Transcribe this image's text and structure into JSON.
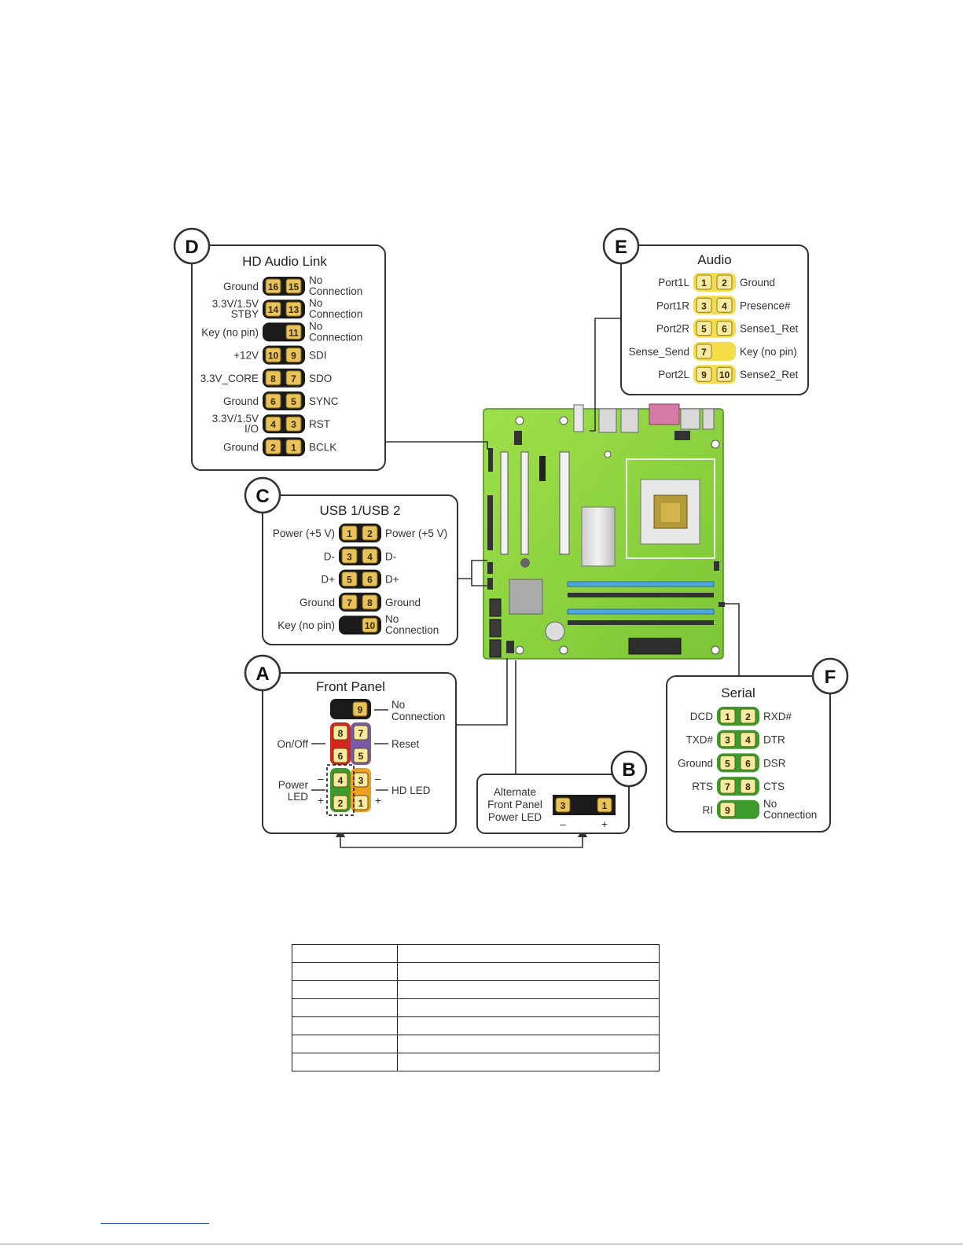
{
  "panels": {
    "D": {
      "badge": "D",
      "title": "HD Audio Link",
      "rows": [
        {
          "left": [
            "Ground"
          ],
          "pins": [
            "16",
            "15"
          ],
          "right": [
            "No",
            "Connection"
          ]
        },
        {
          "left": [
            "3.3V/1.5V",
            "STBY"
          ],
          "pins": [
            "14",
            "13"
          ],
          "right": [
            "No",
            "Connection"
          ]
        },
        {
          "left": [
            "Key (no pin)"
          ],
          "pins": [
            "",
            "11"
          ],
          "right": [
            "No",
            "Connection"
          ]
        },
        {
          "left": [
            "+12V"
          ],
          "pins": [
            "10",
            "9"
          ],
          "right": [
            "SDI"
          ]
        },
        {
          "left": [
            "3.3V_CORE"
          ],
          "pins": [
            "8",
            "7"
          ],
          "right": [
            "SDO"
          ]
        },
        {
          "left": [
            "Ground"
          ],
          "pins": [
            "6",
            "5"
          ],
          "right": [
            "SYNC"
          ]
        },
        {
          "left": [
            "3.3V/1.5V",
            "I/O"
          ],
          "pins": [
            "4",
            "3"
          ],
          "right": [
            "RST"
          ]
        },
        {
          "left": [
            "Ground"
          ],
          "pins": [
            "2",
            "1"
          ],
          "right": [
            "BCLK"
          ]
        }
      ]
    },
    "E": {
      "badge": "E",
      "title": "Audio",
      "rows": [
        {
          "left": [
            "Port1L"
          ],
          "pins": [
            "1",
            "2"
          ],
          "right": [
            "Ground"
          ]
        },
        {
          "left": [
            "Port1R"
          ],
          "pins": [
            "3",
            "4"
          ],
          "right": [
            "Presence#"
          ]
        },
        {
          "left": [
            "Port2R"
          ],
          "pins": [
            "5",
            "6"
          ],
          "right": [
            "Sense1_Ret"
          ]
        },
        {
          "left": [
            "Sense_Send"
          ],
          "pins": [
            "7",
            ""
          ],
          "right": [
            "Key (no pin)"
          ]
        },
        {
          "left": [
            "Port2L"
          ],
          "pins": [
            "9",
            "10"
          ],
          "right": [
            "Sense2_Ret"
          ]
        }
      ]
    },
    "C": {
      "badge": "C",
      "title": "USB 1/USB 2",
      "rows": [
        {
          "left": [
            "Power (+5 V)"
          ],
          "pins": [
            "1",
            "2"
          ],
          "right": [
            "Power (+5 V)"
          ]
        },
        {
          "left": [
            "D-"
          ],
          "pins": [
            "3",
            "4"
          ],
          "right": [
            "D-"
          ]
        },
        {
          "left": [
            "D+"
          ],
          "pins": [
            "5",
            "6"
          ],
          "right": [
            "D+"
          ]
        },
        {
          "left": [
            "Ground"
          ],
          "pins": [
            "7",
            "8"
          ],
          "right": [
            "Ground"
          ]
        },
        {
          "left": [
            "Key (no pin)"
          ],
          "pins": [
            "",
            "10"
          ],
          "right": [
            "No",
            "Connection"
          ]
        }
      ]
    },
    "A": {
      "badge": "A",
      "title": "Front Panel",
      "pin9": "9",
      "nc_label": [
        "No",
        "Connection"
      ],
      "onoff_label": "On/Off",
      "reset_label": "Reset",
      "power_led_label": [
        "Power",
        "LED"
      ],
      "hd_led_label": "HD LED",
      "minus": "–",
      "plus": "+",
      "pins_left": [
        "8",
        "6",
        "4",
        "2"
      ],
      "pins_right": [
        "7",
        "5",
        "3",
        "1"
      ]
    },
    "B": {
      "badge": "B",
      "title_lines": [
        "Alternate",
        "Front Panel",
        "Power LED"
      ],
      "pins": [
        "3",
        "1"
      ],
      "minus": "–",
      "plus": "+"
    },
    "F": {
      "badge": "F",
      "title": "Serial",
      "rows": [
        {
          "left": [
            "DCD"
          ],
          "pins": [
            "1",
            "2"
          ],
          "right": [
            "RXD#"
          ]
        },
        {
          "left": [
            "TXD#"
          ],
          "pins": [
            "3",
            "4"
          ],
          "right": [
            "DTR"
          ]
        },
        {
          "left": [
            "Ground"
          ],
          "pins": [
            "5",
            "6"
          ],
          "right": [
            "DSR"
          ]
        },
        {
          "left": [
            "RTS"
          ],
          "pins": [
            "7",
            "8"
          ],
          "right": [
            "CTS"
          ]
        },
        {
          "left": [
            "RI"
          ],
          "pins": [
            "9",
            ""
          ],
          "right": [
            "No",
            "Connection"
          ]
        }
      ]
    }
  },
  "colors": {
    "header_dark": "#1a1a1a",
    "header_yellow": "#f4dd47",
    "header_green": "#3f9a2c",
    "pin_gold": "#e8c25a",
    "pin_light": "#f6e9a0",
    "red": "#d2261f",
    "purple": "#7a5aa8",
    "orange": "#f0a020",
    "board_green": "#8fd53f"
  },
  "legend_table": {
    "rows": [
      [
        "",
        ""
      ],
      [
        "",
        ""
      ],
      [
        "",
        ""
      ],
      [
        "",
        ""
      ],
      [
        "",
        ""
      ],
      [
        "",
        ""
      ],
      [
        "",
        ""
      ]
    ]
  }
}
